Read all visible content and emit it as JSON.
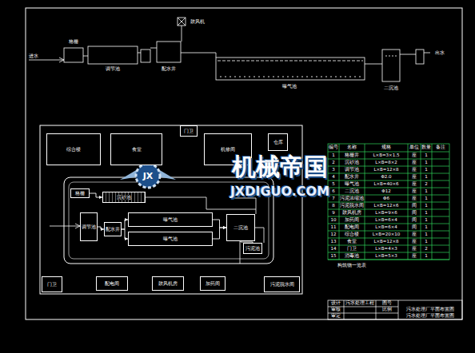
{
  "diagram": {
    "title": "污水处理厂平面布置图",
    "nodes": [
      {
        "text": [
          "综合楼"
        ]
      },
      {
        "text": [
          "食堂"
        ]
      },
      {
        "text": [
          "门卫"
        ]
      },
      {
        "text": [
          "机修间"
        ]
      },
      {
        "text": [
          "仓库"
        ]
      },
      {
        "text": [
          "格栅"
        ]
      },
      {
        "text": [
          "沉砂池"
        ]
      },
      {
        "text": [
          "调节池"
        ]
      },
      {
        "text": [
          "配水井"
        ]
      },
      {
        "text": [
          "曝气池"
        ]
      },
      {
        "text": [
          "曝气池"
        ]
      },
      {
        "text": [
          "二沉池"
        ]
      },
      {
        "text": [
          "污泥池"
        ]
      },
      {
        "text": [
          "门卫"
        ]
      },
      {
        "text": [
          "配电间"
        ]
      },
      {
        "text": [
          "鼓风机房"
        ]
      },
      {
        "text": [
          "加药间"
        ]
      },
      {
        "text": [
          "污泥脱水间"
        ]
      }
    ],
    "edges": [
      {
        "from": 5,
        "to": 6,
        "arrow": "to"
      },
      {
        "from": 7,
        "to": 8,
        "arrow": "to"
      },
      {
        "from": 8,
        "to": 9,
        "arrow": "to"
      },
      {
        "from": 8,
        "to": 10,
        "arrow": "to"
      },
      {
        "from": 9,
        "to": 11,
        "arrow": "to"
      },
      {
        "from": 10,
        "to": 11,
        "arrow": "to"
      },
      {
        "from": 11,
        "to": 12,
        "arrow": "none"
      }
    ],
    "labels": [
      "进水",
      "格栅",
      "调节池",
      "配水井",
      "曝气池",
      "二沉池",
      "出水",
      "鼓风机",
      "编号",
      "名称",
      "规格",
      "单位",
      "数量",
      "备注",
      "1",
      "格栅井",
      "L×B=3×1.5",
      "座",
      "1",
      "2",
      "沉砂池",
      "L×B=8×2",
      "座",
      "1",
      "3",
      "调节池",
      "L×B=12×8",
      "座",
      "1",
      "4",
      "配水井",
      "Φ2.0",
      "座",
      "1",
      "5",
      "曝气池",
      "L×B=40×6",
      "座",
      "2",
      "6",
      "二沉池",
      "Φ12",
      "座",
      "1",
      "7",
      "污泥浓缩池",
      "Φ6",
      "座",
      "1",
      "8",
      "污泥脱水间",
      "L×B=12×6",
      "间",
      "1",
      "9",
      "鼓风机房",
      "L×B=9×6",
      "间",
      "1",
      "10",
      "加药间",
      "L×B=6×4",
      "间",
      "1",
      "11",
      "配电间",
      "L×B=6×4",
      "间",
      "1",
      "12",
      "综合楼",
      "L×B=20×10",
      "座",
      "1",
      "13",
      "食堂",
      "L×B=12×8",
      "座",
      "1",
      "14",
      "门卫",
      "L×B=4×3",
      "座",
      "2",
      "15",
      "消毒池",
      "L×B=5×3",
      "座",
      "1",
      "构筑物一览表",
      "设计",
      "审核",
      "审定",
      "污水处理工程",
      "图号",
      "比例",
      "污水处理厂平面布置图",
      "机械帝国",
      "JXDIGUO.COM",
      "JX"
    ]
  }
}
